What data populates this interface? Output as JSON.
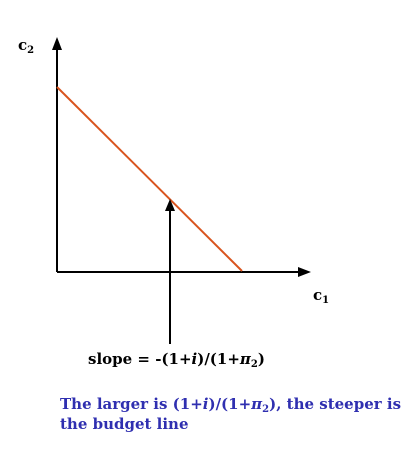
{
  "axes": {
    "y_label": {
      "base": "c",
      "sub": "2"
    },
    "x_label": {
      "base": "c",
      "sub": "1"
    }
  },
  "slope_annotation": {
    "prefix": "slope = -(1+",
    "ital": "i",
    "middle": ")/(1+",
    "pi": "π",
    "sub": "2",
    "suffix": ")"
  },
  "caption": {
    "p1": "The larger is (1+",
    "ital": "i",
    "p2": ")/(1+",
    "pi": "π",
    "sub": "2",
    "p3": "), the steeper is the budget line"
  },
  "colors": {
    "budget_line": "#d9541e",
    "axes": "#000000",
    "caption": "#2f2fb0"
  }
}
